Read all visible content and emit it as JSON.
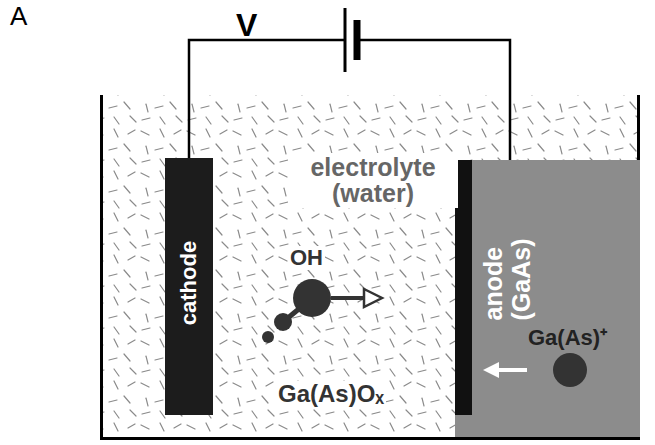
{
  "diagram": {
    "nodes": [
      {
        "text": [
          "electrolyte (water)"
        ]
      },
      {
        "text": [
          "cathode"
        ],
        "in": 0
      },
      {
        "text": [
          "anode (GaAs)"
        ],
        "in": 0
      }
    ],
    "edges": [
      {
        "from": 1,
        "to": 2,
        "arrow": "none"
      }
    ],
    "labels": [
      "A",
      "V",
      "OH",
      "Ga(As)⁺",
      "Ga(As)Oₓ"
    ]
  }
}
